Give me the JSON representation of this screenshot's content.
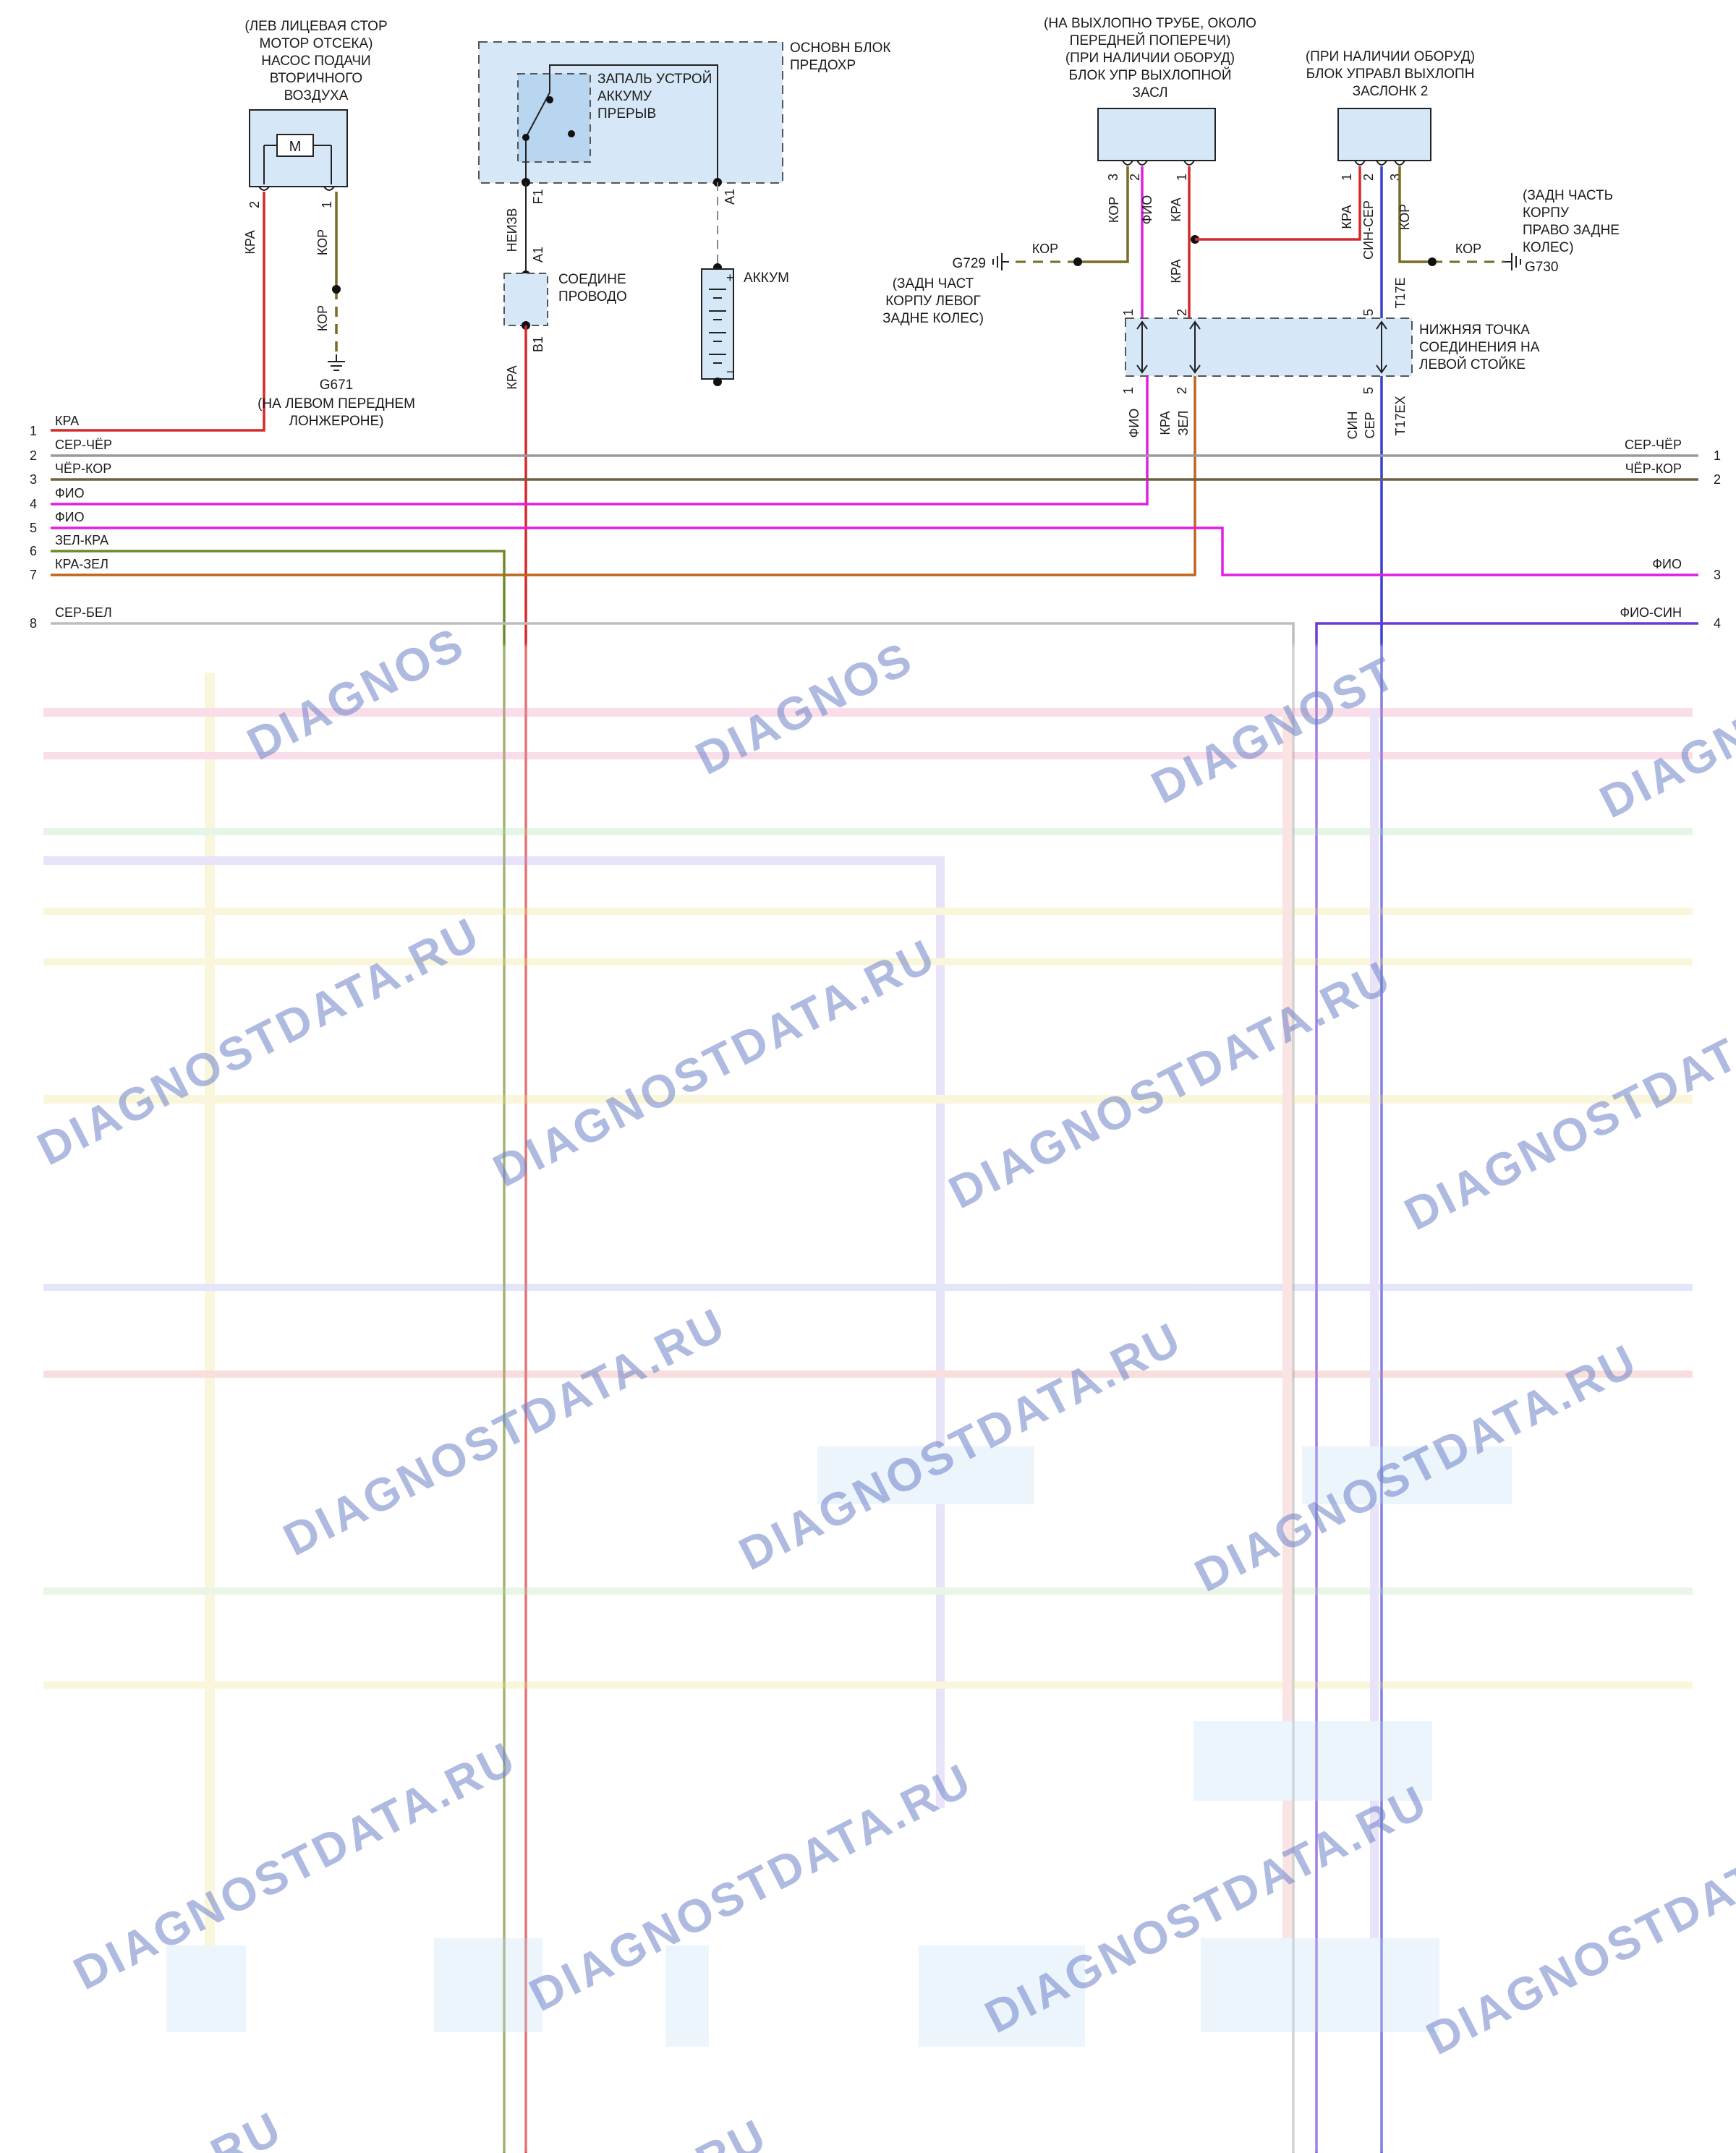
{
  "diagram": {
    "components": {
      "air_pump": {
        "caption": [
          "(ЛЕВ ЛИЦЕВАЯ СТОР",
          "МОТОР ОТСЕКА)",
          "НАСОС ПОДАЧИ",
          "ВТОРИЧНОГО",
          "ВОЗДУХА"
        ],
        "motor_symbol": "M",
        "pins": [
          "2",
          "1"
        ]
      },
      "fuse_block": {
        "caption": [
          "ОСНОВН БЛОК",
          "ПРЕДОХР"
        ],
        "inner_caption": [
          "ЗАПАЛЬ УСТРОЙ",
          "АККУМУ",
          "ПРЕРЫВ"
        ],
        "pins": [
          "F1",
          "A1"
        ]
      },
      "connector": {
        "caption": [
          "СОЕДИНЕ",
          "ПРОВОДО"
        ],
        "pins": [
          "A1",
          "B1"
        ]
      },
      "battery": {
        "caption": "АККУМ",
        "plus": "+",
        "minus": "−"
      },
      "flap_module_1": {
        "caption": [
          "(НА ВЫХЛОПНО ТРУБЕ, ОКОЛО",
          "ПЕРЕДНЕЙ ПОПЕРЕЧИ)",
          "(ПРИ НАЛИЧИИ ОБОРУД)",
          "БЛОК УПР ВЫХЛОПНОЙ",
          "ЗАСЛ"
        ],
        "pins": [
          "3",
          "2",
          "1"
        ]
      },
      "flap_module_2": {
        "caption": [
          "(ПРИ НАЛИЧИИ ОБОРУД)",
          "БЛОК УПРАВЛ ВЫХЛОПН",
          "ЗАСЛОНК 2"
        ],
        "pins": [
          "1",
          "2",
          "3"
        ]
      },
      "lower_junction": {
        "caption": [
          "НИЖНЯЯ ТОЧКА",
          "СОЕДИНЕНИЯ НА",
          "ЛЕВОЙ СТОЙКЕ"
        ],
        "top_pins": [
          "1",
          "2",
          "5"
        ],
        "bottom_pins": [
          "1",
          "2",
          "5"
        ],
        "top_id": "T17E",
        "bottom_id": "T17EX"
      }
    },
    "grounds": {
      "g671": {
        "id": "G671",
        "caption": [
          "(НА ЛЕВОМ ПЕРЕДНЕМ",
          "ЛОНЖЕРОНЕ)"
        ]
      },
      "g729": {
        "id": "G729",
        "caption": [
          "(ЗАДН ЧАСТ",
          "КОРПУ ЛЕВОГ",
          "ЗАДНЕ КОЛЕС)"
        ]
      },
      "g730": {
        "id": "G730",
        "caption": [
          "(ЗАДН ЧАСТЬ",
          "КОРПУ",
          "ПРАВО ЗАДНЕ",
          "КОЛЕС)"
        ]
      }
    },
    "wire_labels": {
      "pump_pin2": "КРА",
      "pump_pin1": "КОР",
      "pump_ground": "КОР",
      "fuse_out": "НЕИЗВ",
      "conn_out": "КРА",
      "f1_pin3": "КОР",
      "f1_pin2": "ФИО",
      "f1_pin1": "КРА",
      "g729_wire": "КОР",
      "f2_pin1": "КРА",
      "f2_pin2": "СИН-СЕР",
      "f2_pin3": "КОР",
      "g730_wire": "КОР",
      "junction_pin2_top": "КРА",
      "j_bot_1": "ФИО",
      "j_bot_2a": "КРА",
      "j_bot_2b": "ЗЕЛ",
      "j_bot_5a": "СИН",
      "j_bot_5b": "СЕР"
    },
    "left_bus": [
      {
        "num": "1",
        "label": "КРА",
        "color": "#d42a2a"
      },
      {
        "num": "2",
        "label": "СЕР-ЧЁР",
        "color": "#9a9a9a"
      },
      {
        "num": "3",
        "label": "ЧЁР-КОР",
        "color": "#6e6040"
      },
      {
        "num": "4",
        "label": "ФИО",
        "color": "#e01ee0"
      },
      {
        "num": "5",
        "label": "ФИО",
        "color": "#e01ee0"
      },
      {
        "num": "6",
        "label": "ЗЕЛ-КРА",
        "color": "#6e8a2a"
      },
      {
        "num": "7",
        "label": "КРА-ЗЕЛ",
        "color": "#a0401e"
      },
      {
        "num": "8",
        "label": "СЕР-БЕЛ",
        "color": "#bdbdbd"
      }
    ],
    "right_bus": [
      {
        "num": "1",
        "label": "СЕР-ЧЁР"
      },
      {
        "num": "2",
        "label": "ЧЁР-КОР"
      },
      {
        "num": "3",
        "label": "ФИО"
      },
      {
        "num": "4",
        "label": "ФИО-СИН"
      }
    ],
    "watermark": "DIAGNOSTDATA.RU",
    "watermark_short": [
      "DIAGNOS",
      "DIAGNOST",
      "DIAGN",
      "DIAGNOSTDATA",
      ".RU",
      "RU",
      "U"
    ]
  }
}
